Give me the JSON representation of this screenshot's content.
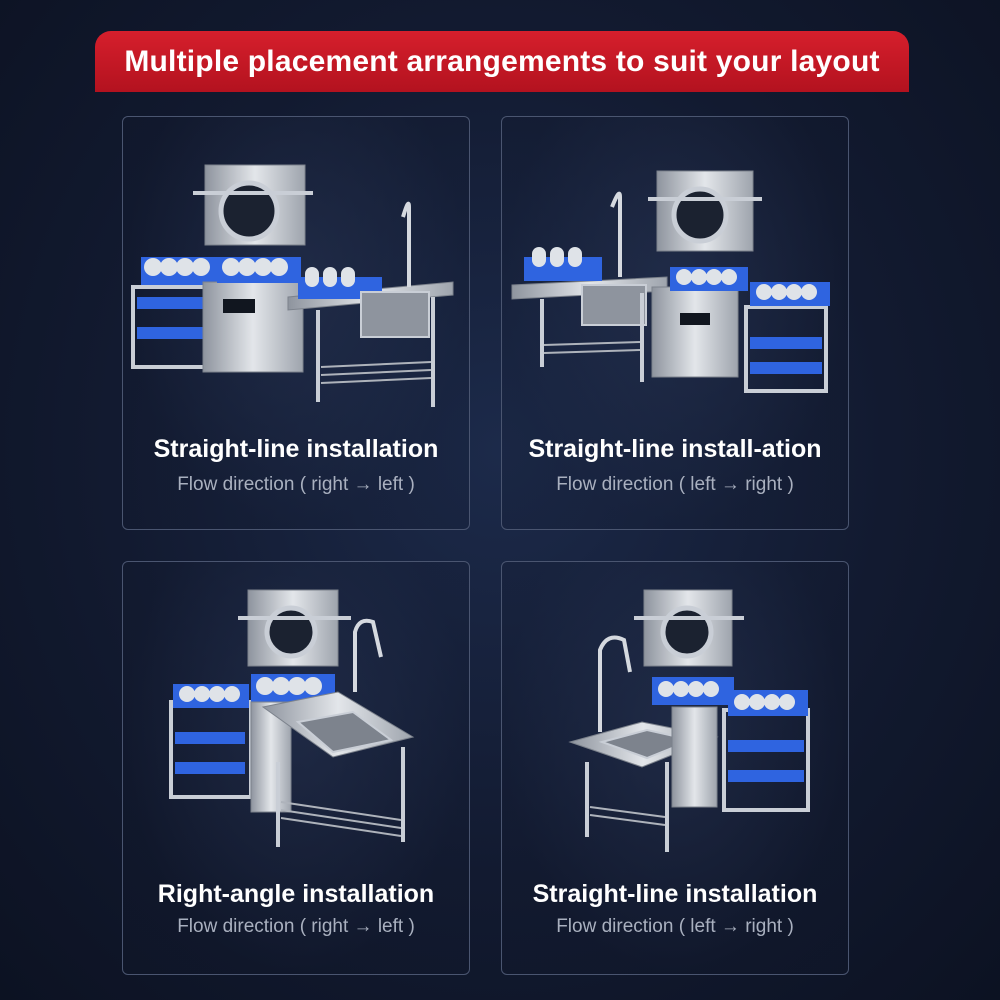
{
  "header": {
    "title": "Multiple placement arrangements to suit your layout"
  },
  "colors": {
    "banner": "#c8192a",
    "background": "#121a30",
    "rack": "#2f64e0",
    "steel": "#c9ced6"
  },
  "cards": [
    {
      "title": "Straight-line installation",
      "subtitle": "Flow direction ( right → left )"
    },
    {
      "title": "Straight-line install-ation",
      "subtitle": "Flow direction ( left → right )"
    },
    {
      "title": "Right-angle installation",
      "subtitle": "Flow direction ( right → left )"
    },
    {
      "title": "Straight-line installation",
      "subtitle": "Flow direction ( left → right )"
    }
  ]
}
